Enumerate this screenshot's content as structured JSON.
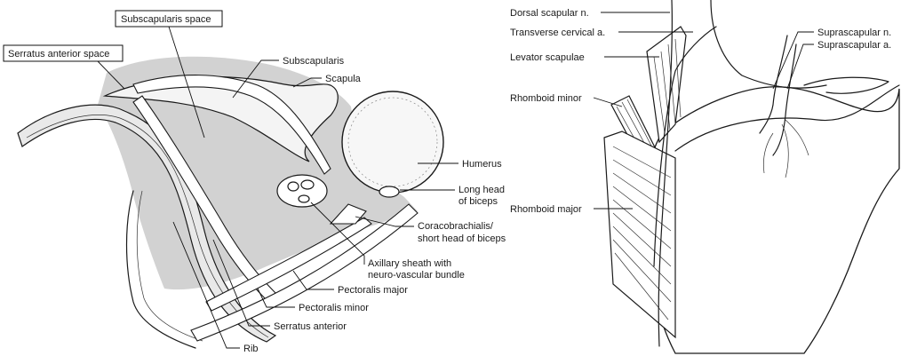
{
  "left_panel": {
    "labels": {
      "subscapularis_space": "Subscapularis space",
      "serratus_anterior_space": "Serratus anterior space",
      "subscapularis": "Subscapularis",
      "scapula": "Scapula",
      "humerus": "Humerus",
      "long_head_biceps_1": "Long head",
      "long_head_biceps_2": "of biceps",
      "coracobrachialis_1": "Coracobrachialis/",
      "coracobrachialis_2": "short head of biceps",
      "axillary_sheath_1": "Axillary sheath with",
      "axillary_sheath_2": "neuro-vascular bundle",
      "pectoralis_major": "Pectoralis major",
      "pectoralis_minor": "Pectoralis minor",
      "serratus_anterior": "Serratus anterior",
      "rib": "Rib"
    }
  },
  "right_panel": {
    "labels": {
      "dorsal_scapular_n": "Dorsal scapular n.",
      "transverse_cervical_a": "Transverse cervical a.",
      "levator_scapulae": "Levator scapulae",
      "rhomboid_minor": "Rhomboid minor",
      "rhomboid_major": "Rhomboid major",
      "suprascapular_n": "Suprascapular n.",
      "suprascapular_a": "Suprascapular a."
    }
  },
  "colors": {
    "shaded_space": "#d2d2d2",
    "line": "#1a1a1a",
    "background": "#ffffff"
  }
}
